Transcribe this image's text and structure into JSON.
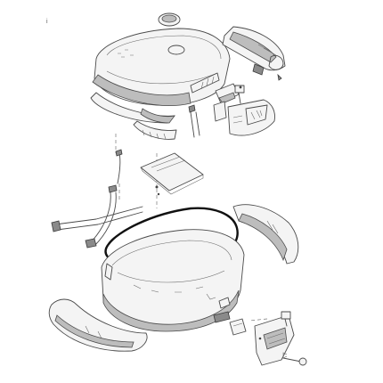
{
  "figure": {
    "corner_mark": "i",
    "accent": "#111111",
    "parts": [
      "lid-badge",
      "lid-shell",
      "lid-side-panel",
      "lid-side-reflector",
      "rear-reflector",
      "lid-hinge",
      "lock-assembly",
      "lock-trim",
      "lid-strap",
      "documents-tray",
      "internal-net-strap",
      "gasket-seal",
      "base-shell",
      "base-side-cover",
      "base-front-cover",
      "mounting-plate-latch",
      "latch-lever",
      "latch-screw"
    ]
  }
}
